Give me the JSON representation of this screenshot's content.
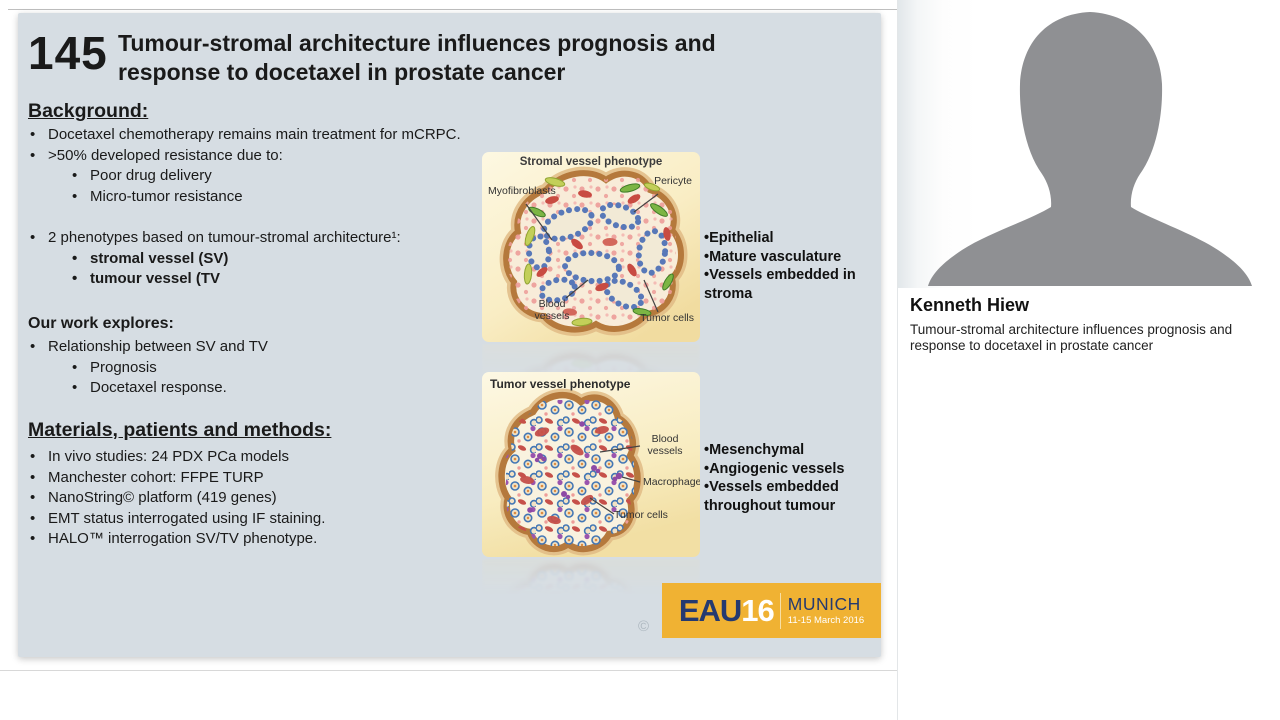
{
  "slide": {
    "number": "145",
    "title": [
      "Tumour-stromal architecture influences prognosis and",
      "response to docetaxel in prostate cancer"
    ],
    "background": {
      "heading": "Background:",
      "items": [
        "Docetaxel chemotherapy remains main treatment for mCRPC.",
        ">50% developed resistance due to:",
        "Poor drug delivery",
        "Micro-tumor resistance",
        "2 phenotypes based on tumour-stromal architecture¹:",
        "stromal vessel (SV)",
        "tumour vessel (TV"
      ]
    },
    "our_work": {
      "heading": "Our work explores:",
      "items": [
        "Relationship between SV and TV",
        "Prognosis",
        "Docetaxel response."
      ]
    },
    "methods": {
      "heading": "Materials, patients and methods:",
      "items": [
        "In vivo studies: 24 PDX PCa models",
        "Manchester cohort: FFPE TURP",
        "NanoString© platform (419 genes)",
        "EMT status interrogated using IF staining.",
        "HALO™ interrogation SV/TV phenotype."
      ]
    },
    "figure_stromal": {
      "title": "Stromal vessel phenotype",
      "labels": {
        "myofibroblasts": "Myofibroblasts",
        "pericyte": "Pericyte",
        "blood": "Blood",
        "vessels": "vessels",
        "tumor_cells": "Tumor cells"
      }
    },
    "figure_tumor": {
      "title": "Tumor vessel phenotype",
      "labels": {
        "blood": "Blood",
        "vessels": "vessels",
        "macrophage": "Macrophage",
        "tumor_cells": "Tumor cells"
      }
    },
    "annotation_stromal": {
      "lines": [
        "•Epithelial",
        "•Mature vasculature",
        "•Vessels embedded in",
        "stroma"
      ]
    },
    "annotation_tumor": {
      "lines": [
        "•Mesenchymal",
        "•Angiogenic vessels",
        "•Vessels embedded",
        "throughout tumour"
      ]
    },
    "logo": {
      "eau": "EAU",
      "year": "16",
      "city": "MUNICH",
      "dates": "11-15 March 2016"
    },
    "watermark": "©",
    "colors": {
      "slide_bg": "#d6dde3",
      "logo_yellow": "#f0b233",
      "logo_navy": "#253a70",
      "avatar_gray": "#8f9093"
    }
  },
  "speaker": {
    "name": "Kenneth Hiew",
    "talk_title": [
      "Tumour-stromal architecture influences prognosis and",
      "response to docetaxel in prostate cancer"
    ]
  }
}
